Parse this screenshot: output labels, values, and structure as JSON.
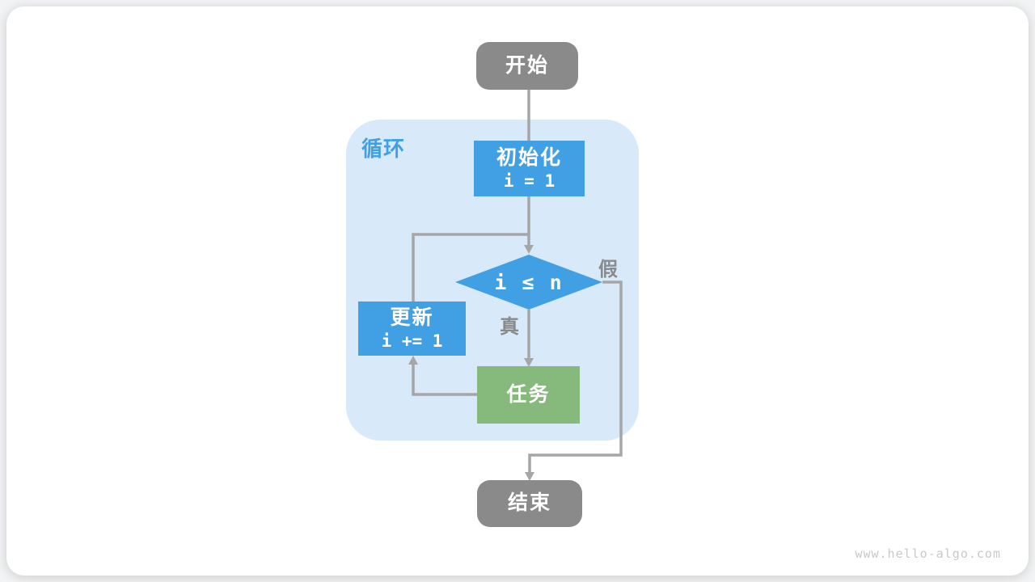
{
  "page": {
    "watermark": "www.hello-algo.com"
  },
  "flowchart": {
    "start": {
      "label": "开始"
    },
    "loop_container": {
      "label": "循环"
    },
    "init": {
      "title": "初始化",
      "code": "i = 1"
    },
    "condition": {
      "code": "i ≤ n"
    },
    "branch_true": {
      "label": "真"
    },
    "branch_false": {
      "label": "假"
    },
    "update": {
      "title": "更新",
      "code": "i += 1"
    },
    "task": {
      "label": "任务"
    },
    "end": {
      "label": "结束"
    }
  },
  "colors": {
    "page-bg": "#f2f3f4",
    "card-bg": "#ffffff",
    "blue": "#41a0e4",
    "green": "#86b97c",
    "node-gray": "#8a8a8a",
    "container-blue": "#d8e9f9",
    "line-gray": "#a6a6a6",
    "label-gray": "#8a8a8a",
    "watermark-gray": "#c9c9c9"
  }
}
